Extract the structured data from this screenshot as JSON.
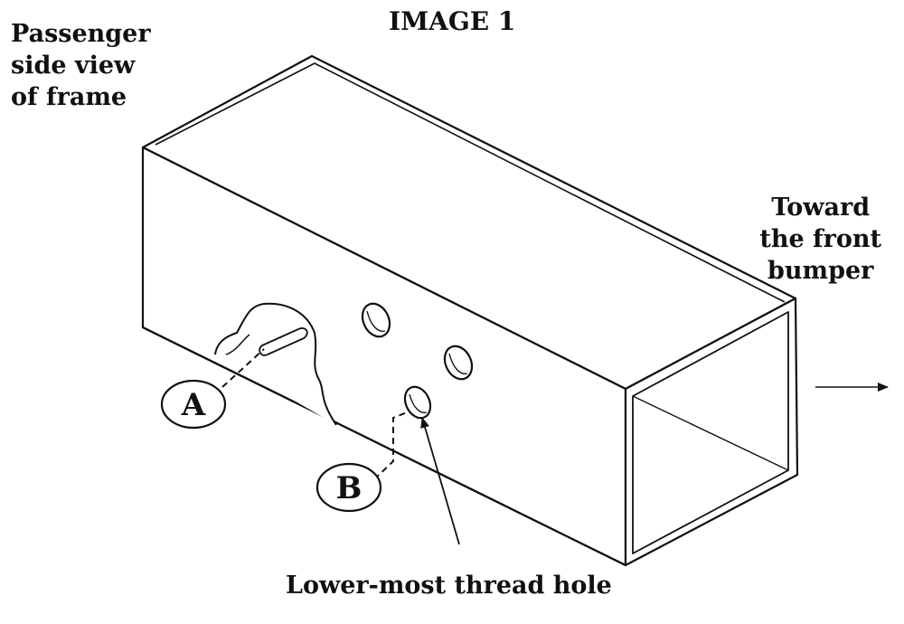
{
  "title": "IMAGE 1",
  "side_view_label": [
    "Passenger",
    "side view",
    "of frame"
  ],
  "toward_label": [
    "Toward",
    "the front",
    "bumper"
  ],
  "callouts": {
    "a": "A",
    "b": "B"
  },
  "lower_hole_label": "Lower-most thread hole"
}
